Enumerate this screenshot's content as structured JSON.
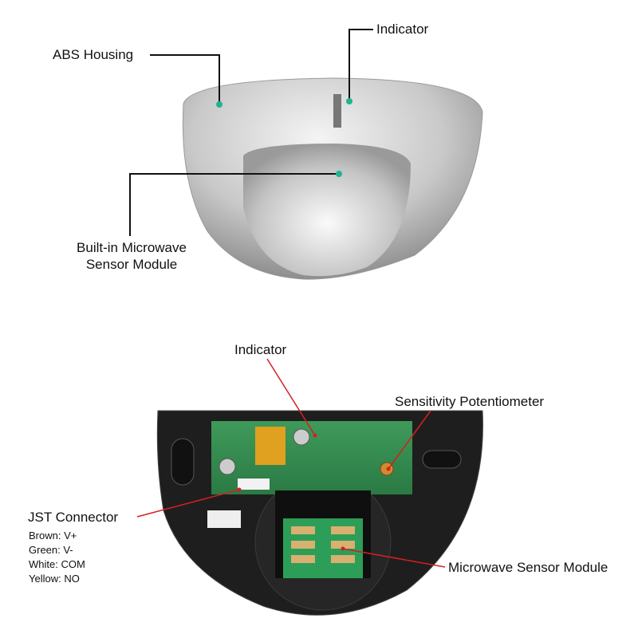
{
  "top_view": {
    "labels": {
      "abs_housing": "ABS Housing",
      "indicator": "Indicator",
      "sensor_module_line1": "Built-in Microwave",
      "sensor_module_line2": "Sensor Module"
    },
    "leader_color": "#111111",
    "marker_color": "#1fb58f"
  },
  "bottom_view": {
    "labels": {
      "indicator": "Indicator",
      "sensitivity": "Sensitivity Potentiometer",
      "jst": "JST Connector",
      "microwave": "Microwave Sensor Module"
    },
    "wiring": [
      "Brown: V+",
      "Green: V-",
      "White: COM",
      "Yellow: NO"
    ],
    "leader_color": "#d42020"
  }
}
